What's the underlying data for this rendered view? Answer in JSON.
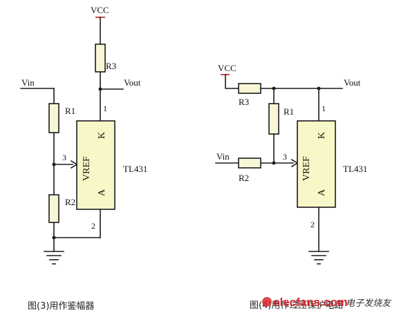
{
  "left": {
    "vcc": "VCC",
    "vin": "Vin",
    "vout": "Vout",
    "r1": "R1",
    "r2": "R2",
    "r3": "R3",
    "chip_name": "TL431",
    "vref": "VREF",
    "k": "K",
    "a": "A",
    "pin1": "1",
    "pin2": "2",
    "pin3": "3",
    "caption": "图(3)用作鉴幅器"
  },
  "right": {
    "vcc": "VCC",
    "vin": "Vin",
    "vout": "Vout",
    "r1": "R1",
    "r2": "R2",
    "r3": "R3",
    "chip_name": "TL431",
    "vref": "VREF",
    "k": "K",
    "a": "A",
    "pin1": "1",
    "pin2": "2",
    "pin3": "3",
    "caption": "图(4)用作过压保护电路"
  },
  "watermark": {
    "site": "elecfans.com",
    "brand": "电子发烧友"
  },
  "colors": {
    "resistor_fill": "#f7f7d6",
    "chip_fill": "#f7f7c8",
    "vcc_stub": "#b0201e",
    "watermark": "#d9272e"
  }
}
